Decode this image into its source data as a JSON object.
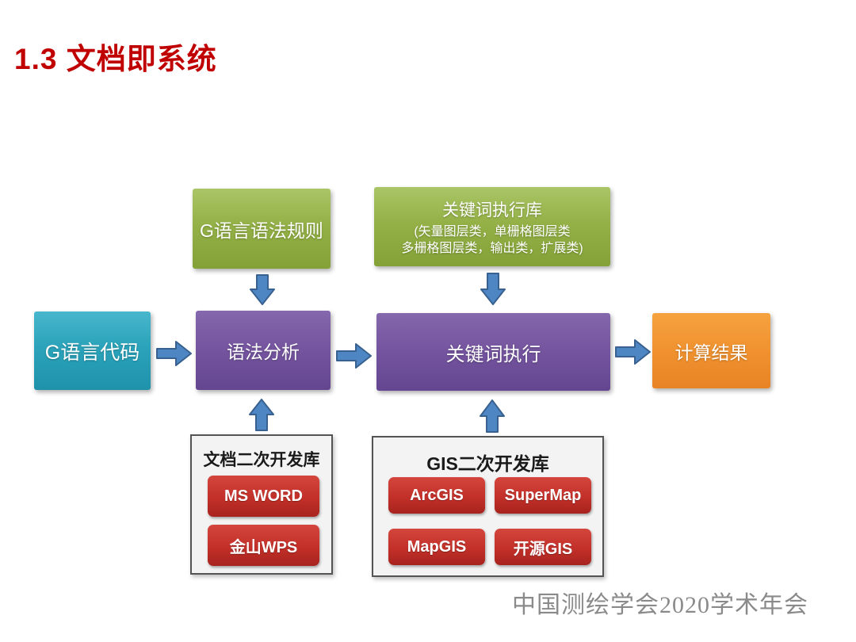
{
  "slide": {
    "title": "1.3 文档即系统",
    "footer": "中国测绘学会2020学术年会"
  },
  "colors": {
    "title_red": "#c00000",
    "box_green": "#94b147",
    "box_teal": "#2ba3ba",
    "box_purple": "#74549e",
    "box_orange": "#f0922f",
    "red_button": "#c23029",
    "arrow_blue": "#4e86c4",
    "panel_background": "#f3f3f3",
    "panel_border": "#545454",
    "footer_gray": "#8a8a8a"
  },
  "diagram": {
    "grammar_rules_box": {
      "label": "G语言语法规则"
    },
    "keyword_library_box": {
      "title": "关键词执行库",
      "subtitle_line1": "(矢量图层类，单栅格图层类",
      "subtitle_line2": "多栅格图层类，输出类，扩展类)"
    },
    "code_box": {
      "label": "G语言代码"
    },
    "syntax_analysis_box": {
      "label": "语法分析"
    },
    "keyword_execution_box": {
      "label": "关键词执行"
    },
    "result_box": {
      "label": "计算结果"
    },
    "doc_dev_panel": {
      "title": "文档二次开发库",
      "items": [
        {
          "label": "MS WORD"
        },
        {
          "label": "金山WPS"
        }
      ]
    },
    "gis_dev_panel": {
      "title": "GIS二次开发库",
      "items": [
        {
          "label": "ArcGIS"
        },
        {
          "label": "SuperMap"
        },
        {
          "label": "MapGIS"
        },
        {
          "label": "开源GIS"
        }
      ]
    }
  }
}
